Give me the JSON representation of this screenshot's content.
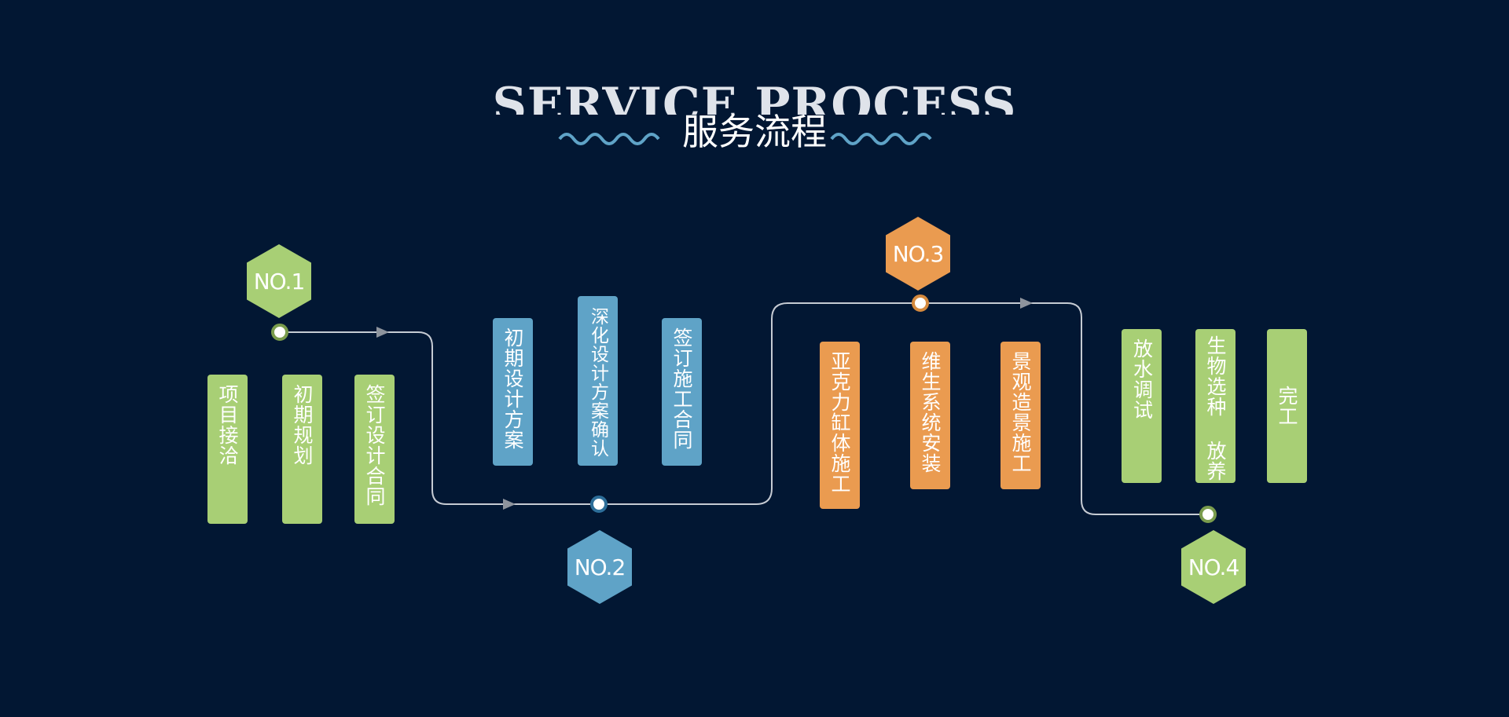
{
  "header": {
    "title_en": "SERVICE PROCESS",
    "title_zh": "服务流程"
  },
  "colors": {
    "background": "#021733",
    "green": "#a8cf75",
    "blue": "#5fa3c7",
    "orange": "#ea9b50",
    "line": "#c6cbd3",
    "wave": "#5fa3c7"
  },
  "stages": [
    {
      "label": "NO.1",
      "color": "green",
      "steps": [
        "项目接洽",
        "初期规划",
        "签订设计合同"
      ]
    },
    {
      "label": "NO.2",
      "color": "blue",
      "steps": [
        "初期设计方案",
        "深化设计方案确认",
        "签订施工合同"
      ]
    },
    {
      "label": "NO.3",
      "color": "orange",
      "steps": [
        "亚克力缸体施工",
        "维生系统安装",
        "景观造景施工"
      ]
    },
    {
      "label": "NO.4",
      "color": "green",
      "steps": [
        "放水调试",
        "生物选种 放养",
        "完工"
      ]
    }
  ]
}
